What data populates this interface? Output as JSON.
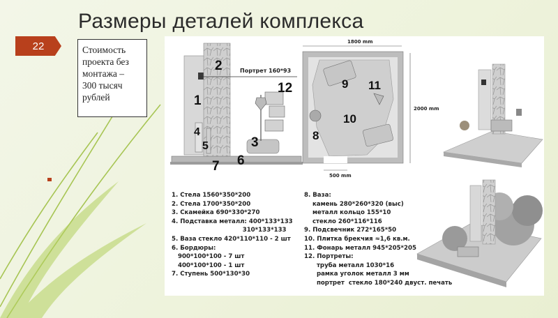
{
  "slide": {
    "number": "22",
    "title": "Размеры деталей комплекса",
    "cost_lines": [
      "Стоимость",
      "проекта без",
      "монтажа –",
      "300 тысяч",
      "рублей"
    ]
  },
  "figure": {
    "portrait_label": "Портрет 160*93",
    "plan_width": "1800 mm",
    "plan_depth": "2000 mm",
    "plan_gap": "500 mm",
    "front_numbers": [
      "1",
      "2",
      "3",
      "4",
      "5",
      "6",
      "7",
      "12"
    ],
    "plan_numbers": [
      "8",
      "9",
      "10",
      "11"
    ]
  },
  "specs_left": [
    "1. Стела 1560*350*200",
    "2. Стела 1700*350*200",
    "3. Скамейка 690*330*270",
    "4. Подставка металл: 400*133*133",
    "                                  310*133*133",
    "5. Ваза стекло 420*110*110 - 2 шт",
    "6. Бордюры:",
    "   900*100*100 - 7 шт",
    "   400*100*100 - 1 шт",
    "7. Ступень 500*130*30"
  ],
  "specs_right": [
    "8. Ваза:",
    "    камень 280*260*320 (выс)",
    "    металл кольцо 155*10",
    "    стекло 260*116*116",
    "9. Подсвечник 272*165*50",
    "10. Плитка брекчия ≈1,6 кв.м.",
    "11. Фонарь металл 945*205*205",
    "12. Портреты:",
    "      труба металл 1030*16",
    "      рамка уголок металл 3 мм",
    "      портрет  стекло 180*240 двуст. печать"
  ]
}
